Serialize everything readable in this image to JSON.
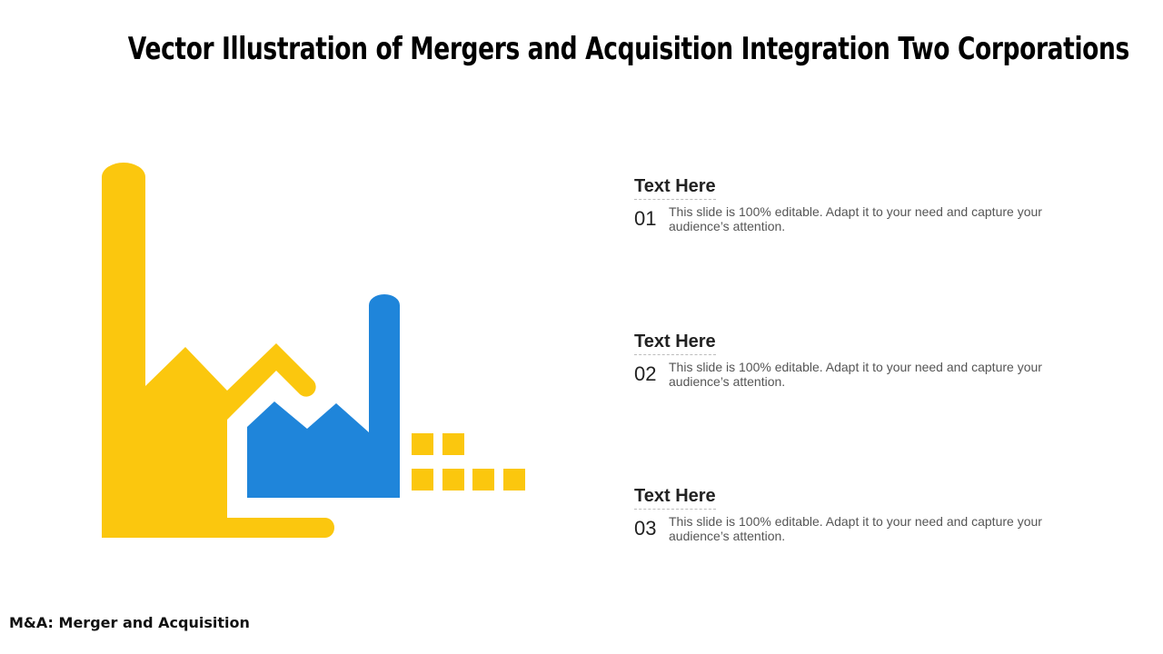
{
  "slide": {
    "title": "Vector Illustration of Mergers and Acquisition Integration Two Corporations",
    "footnote": "M&A: Merger and Acquisition"
  },
  "illustration": {
    "colors": {
      "yellow": "#FBC70E",
      "blue": "#1F85DA"
    }
  },
  "items": [
    {
      "heading": "Text Here",
      "number": "01",
      "description": "This slide is 100% editable. Adapt it to your need and capture your audience’s attention."
    },
    {
      "heading": "Text Here",
      "number": "02",
      "description": "This slide is 100% editable. Adapt it to your need and capture your audience’s attention."
    },
    {
      "heading": "Text Here",
      "number": "03",
      "description": "This slide is 100% editable. Adapt it to your need and capture your audience’s attention."
    }
  ]
}
